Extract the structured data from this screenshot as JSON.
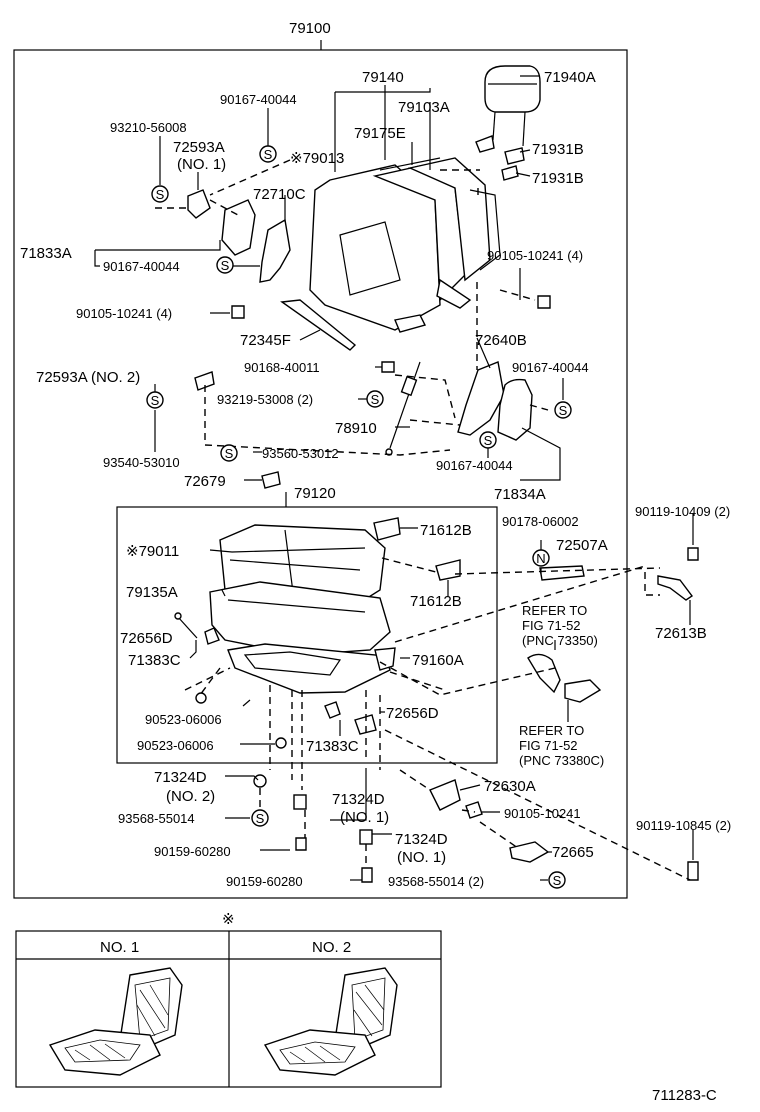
{
  "diagram_id": "711283-C",
  "callouts": {
    "p79100": "79100",
    "p79140": "79140",
    "p71940A": "71940A",
    "p79103A": "79103A",
    "p90167_40044_a": "90167-40044",
    "p79175E": "79175E",
    "p93210_56008": "93210-56008",
    "p72593A_no1": "72593A",
    "no1_a": "(NO. 1)",
    "p79013": "※79013",
    "p71931B_a": "71931B",
    "p71931B_b": "71931B",
    "p72710C": "72710C",
    "p71833A": "71833A",
    "p90167_40044_b": "90167-40044",
    "p90105_10241_4a": "90105-10241 (4)",
    "p90105_10241_4b": "90105-10241 (4)",
    "p72345F": "72345F",
    "p72640B": "72640B",
    "p90168_40011": "90168-40011",
    "p90167_40044_c": "90167-40044",
    "p72593A_no2": "72593A (NO. 2)",
    "p93219_53008": "93219-53008 (2)",
    "p78910": "78910",
    "p93540_53010": "93540-53010",
    "p93560_53012": "93560-53012",
    "p90167_40044_d": "90167-40044",
    "p72679": "72679",
    "p79120": "79120",
    "p71834A": "71834A",
    "p90119_10409": "90119-10409 (2)",
    "p90178_06002": "90178-06002",
    "p79011": "※79011",
    "p71612B_a": "71612B",
    "p72507A": "72507A",
    "p79135A": "79135A",
    "p71612B_b": "71612B",
    "p72613B": "72613B",
    "refer1_a": "REFER TO",
    "refer1_b": "FIG 71-52",
    "refer1_c": "(PNC 73350)",
    "p72656D_a": "72656D",
    "p71383C_a": "71383C",
    "p79160A": "79160A",
    "p90523_06006_a": "90523-06006",
    "p72656D_b": "72656D",
    "refer2_a": "REFER TO",
    "refer2_b": "FIG 71-52",
    "refer2_c": "(PNC 73380C)",
    "p90523_06006_b": "90523-06006",
    "p71383C_b": "71383C",
    "p71324D_no2": "71324D",
    "no2_a": "(NO. 2)",
    "p72630A": "72630A",
    "p93568_55014_a": "93568-55014",
    "p71324D_no1a": "71324D",
    "no1_b": "(NO. 1)",
    "p90105_10241": "90105-10241",
    "p90119_10845": "90119-10845 (2)",
    "p71324D_no1b": "71324D",
    "no1_c": "(NO. 1)",
    "p90159_60280_a": "90159-60280",
    "p72665": "72665",
    "p90159_60280_b": "90159-60280",
    "p93568_55014_2": "93568-55014 (2)"
  },
  "symbols": {
    "s": "S",
    "n": "N"
  },
  "variant_table": {
    "marker": "※",
    "col1": "NO. 1",
    "col2": "NO. 2"
  }
}
